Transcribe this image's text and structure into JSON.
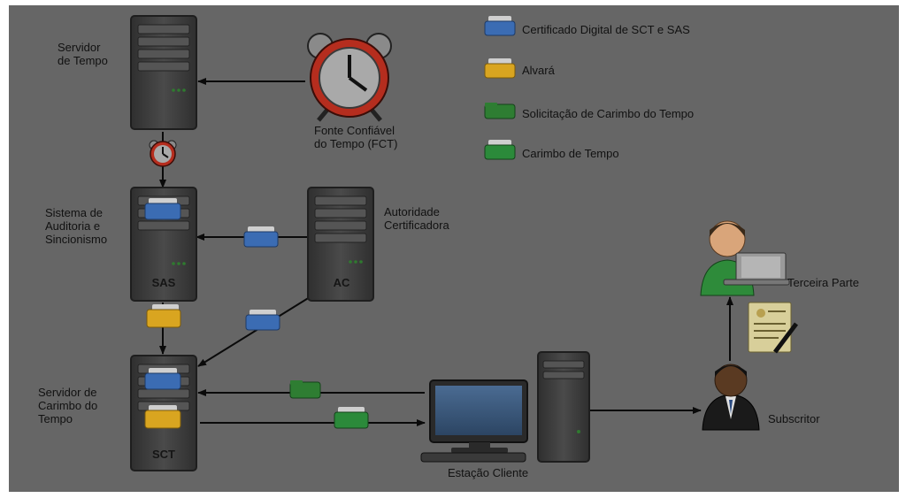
{
  "colors": {
    "background": "#666666",
    "server_body": "#3a3a3a",
    "server_face": "#555555",
    "cert_blue": "#3b6cb3",
    "alvara_yellow": "#d9a520",
    "request_green": "#2e7d32",
    "stamp_green": "#2b8a3a",
    "clock_red": "#b52d1e",
    "arrow": "#0a0a0a",
    "text": "#111111"
  },
  "legend": [
    {
      "icon": "blue-folder-icon",
      "label": "Certificado Digital de SCT e SAS"
    },
    {
      "icon": "yellow-folder-icon",
      "label": "Alvará"
    },
    {
      "icon": "green-folder-icon",
      "label": "Solicitação de Carimbo do Tempo"
    },
    {
      "icon": "green-folder-icon",
      "label": "Carimbo de Tempo"
    }
  ],
  "nodes": {
    "servidor_tempo": "Servidor\nde Tempo",
    "fct": "Fonte Confiável\ndo Tempo (FCT)",
    "sas": "Sistema de\nAuditoria e\nSincionismo",
    "sas_label": "SAS",
    "ac": "Autoridade\nCertificadora",
    "ac_label": "AC",
    "sct": "Servidor de\nCarimbo do\nTempo",
    "sct_label": "SCT",
    "estacao": "Estação Cliente",
    "terceira": "Terceira Parte",
    "subscritor": "Subscritor"
  }
}
